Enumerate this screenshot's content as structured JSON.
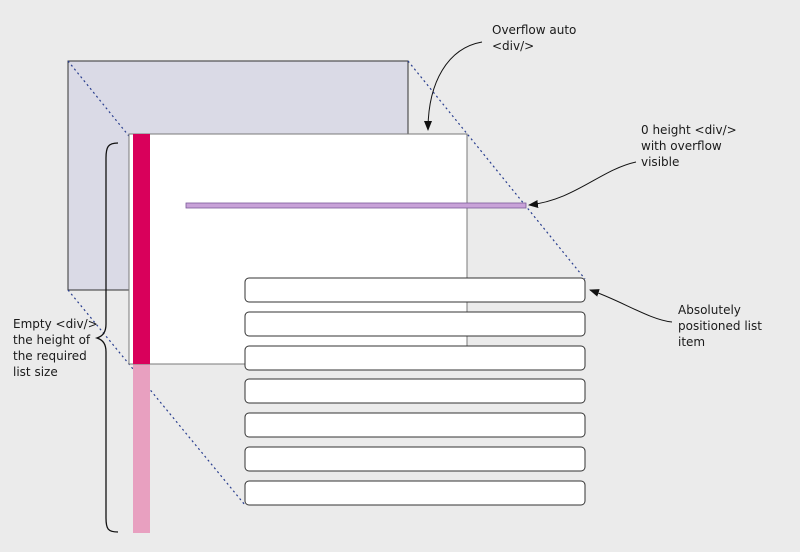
{
  "labels": {
    "overflow_auto": "Overflow auto\n<div/>",
    "zero_height": "0 height <div/>\nwith overflow\nvisible",
    "absolute_item": "Absolutely\npositioned list\nitem",
    "empty_div": "Empty <div/>\nthe height of\nthe required\nlist size"
  },
  "list_items_count": 7,
  "colors": {
    "background": "#ebebeb",
    "back_panel": "#dadae6",
    "viewport": "#ffffff",
    "spacer": "#d9005b",
    "spacer_faded": "#e8a0c0",
    "zero_height_bar": "#c8a2d8",
    "dotted_lines": "#2a3f8f",
    "outline": "#333333"
  }
}
